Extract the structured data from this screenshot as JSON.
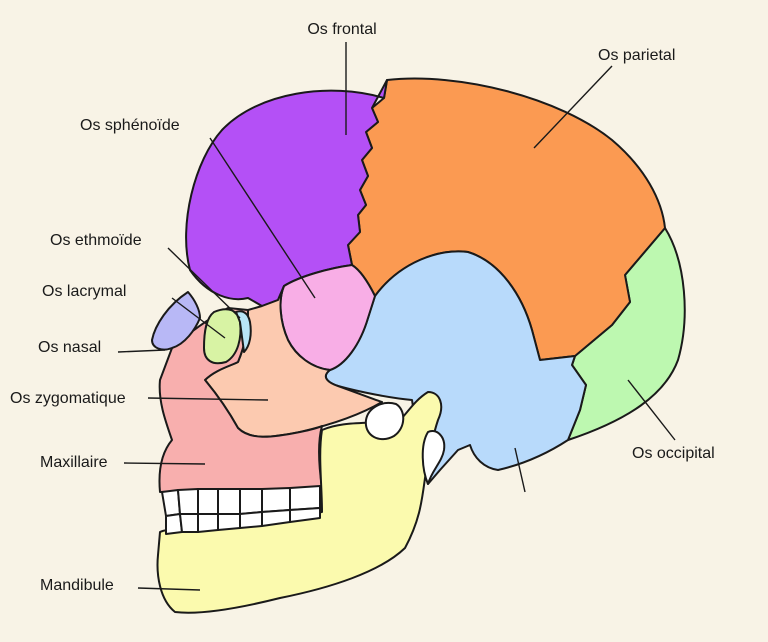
{
  "labels": {
    "frontal": "Os frontal",
    "parietal": "Os parietal",
    "sphenoide": "Os sphénoïde",
    "ethmoide": "Os ethmoïde",
    "lacrymal": "Os lacrymal",
    "nasal": "Os nasal",
    "zygomatique": "Os zygomatique",
    "maxillaire": "Maxillaire",
    "mandibule": "Mandibule",
    "occipital": "Os occipital"
  },
  "colors": {
    "background": "#f8f3e6",
    "frontal": "#b450f6",
    "parietal": "#fb9a52",
    "sphenoide": "#f8aee6",
    "ethmoide": "#b8e4f6",
    "lacrymal": "#d8f3a4",
    "nasal": "#b8b8f6",
    "zygomatique": "#fccab0",
    "maxillaire": "#f8afae",
    "mandibule": "#fbfaae",
    "temporal": "#b8dafb",
    "occipital": "#bdf8b0",
    "teeth": "#ffffff"
  }
}
